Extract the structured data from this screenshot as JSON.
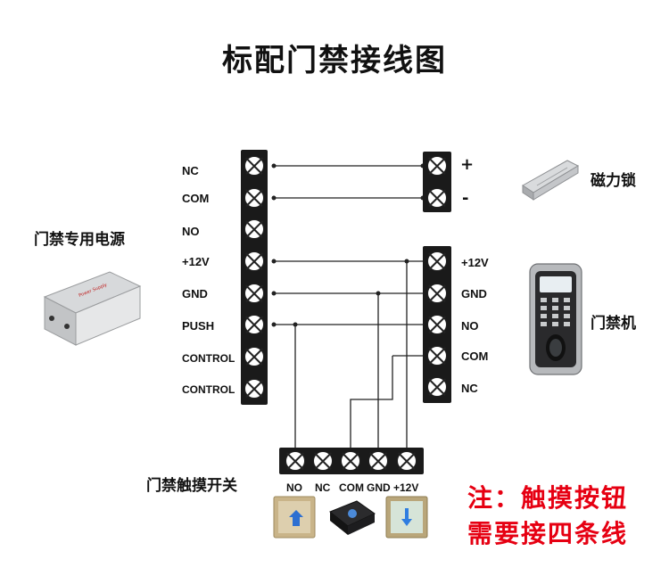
{
  "title": "标配门禁接线图",
  "left_terminal": {
    "labels": [
      "NC",
      "COM",
      "NO",
      "+12V",
      "GND",
      "PUSH",
      "CONTROL",
      "CONTROL"
    ]
  },
  "lock_terminal": {
    "labels": [
      "+",
      "-"
    ]
  },
  "reader_terminal": {
    "labels": [
      "+12V",
      "GND",
      "NO",
      "COM",
      "NC"
    ]
  },
  "switch_terminal": {
    "labels": [
      "NO",
      "NC",
      "COM",
      "GND",
      "+12V"
    ]
  },
  "devices": {
    "power_supply": "门禁专用电源",
    "power_supply_sticker": "Power Supply",
    "lock": "磁力锁",
    "reader": "门禁机",
    "switch": "门禁触摸开关"
  },
  "note": {
    "line1": "注：触摸按钮",
    "line2": "需要接四条线"
  },
  "colors": {
    "accent_red": "#e60012",
    "wire": "#222222",
    "terminal": "#1a1a1a"
  }
}
